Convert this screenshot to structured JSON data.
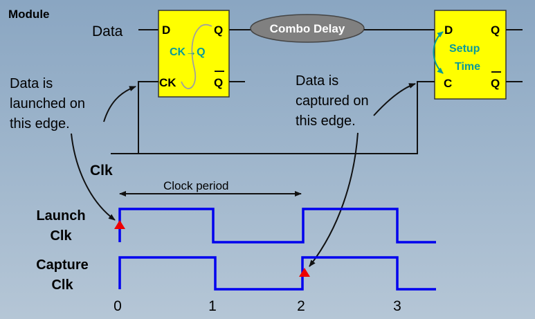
{
  "module_label": "Module",
  "data_input_label": "Data",
  "clk_label": "Clk",
  "launch_ff": {
    "pin_d": "D",
    "pin_q": "Q",
    "pin_ck": "CK",
    "pin_qbar": "Q",
    "annotation_from": "CK",
    "annotation_arrow": "→",
    "annotation_to": "Q"
  },
  "combo_delay_label": "Combo Delay",
  "capture_ff": {
    "pin_d": "D",
    "pin_q": "Q",
    "pin_c": "C",
    "pin_qbar": "Q",
    "setup_line1": "Setup",
    "setup_line2": "Time"
  },
  "launch_note": [
    "Data is",
    "launched on",
    "this edge."
  ],
  "capture_note": [
    "Data is",
    "captured on",
    "this edge."
  ],
  "clock_period_label": "Clock period",
  "waveforms": [
    {
      "name_line1": "Launch",
      "name_line2": "Clk"
    },
    {
      "name_line1": "Capture",
      "name_line2": "Clk"
    }
  ],
  "time_ticks": [
    "0",
    "1",
    "2",
    "3"
  ],
  "colors": {
    "ff_fill": "#ffff00",
    "waveform": "#0000ee",
    "edge_marker": "#ee0000",
    "annotation": "#0a9a9a",
    "ellipse_fill": "#808080",
    "wire": "#111111"
  }
}
